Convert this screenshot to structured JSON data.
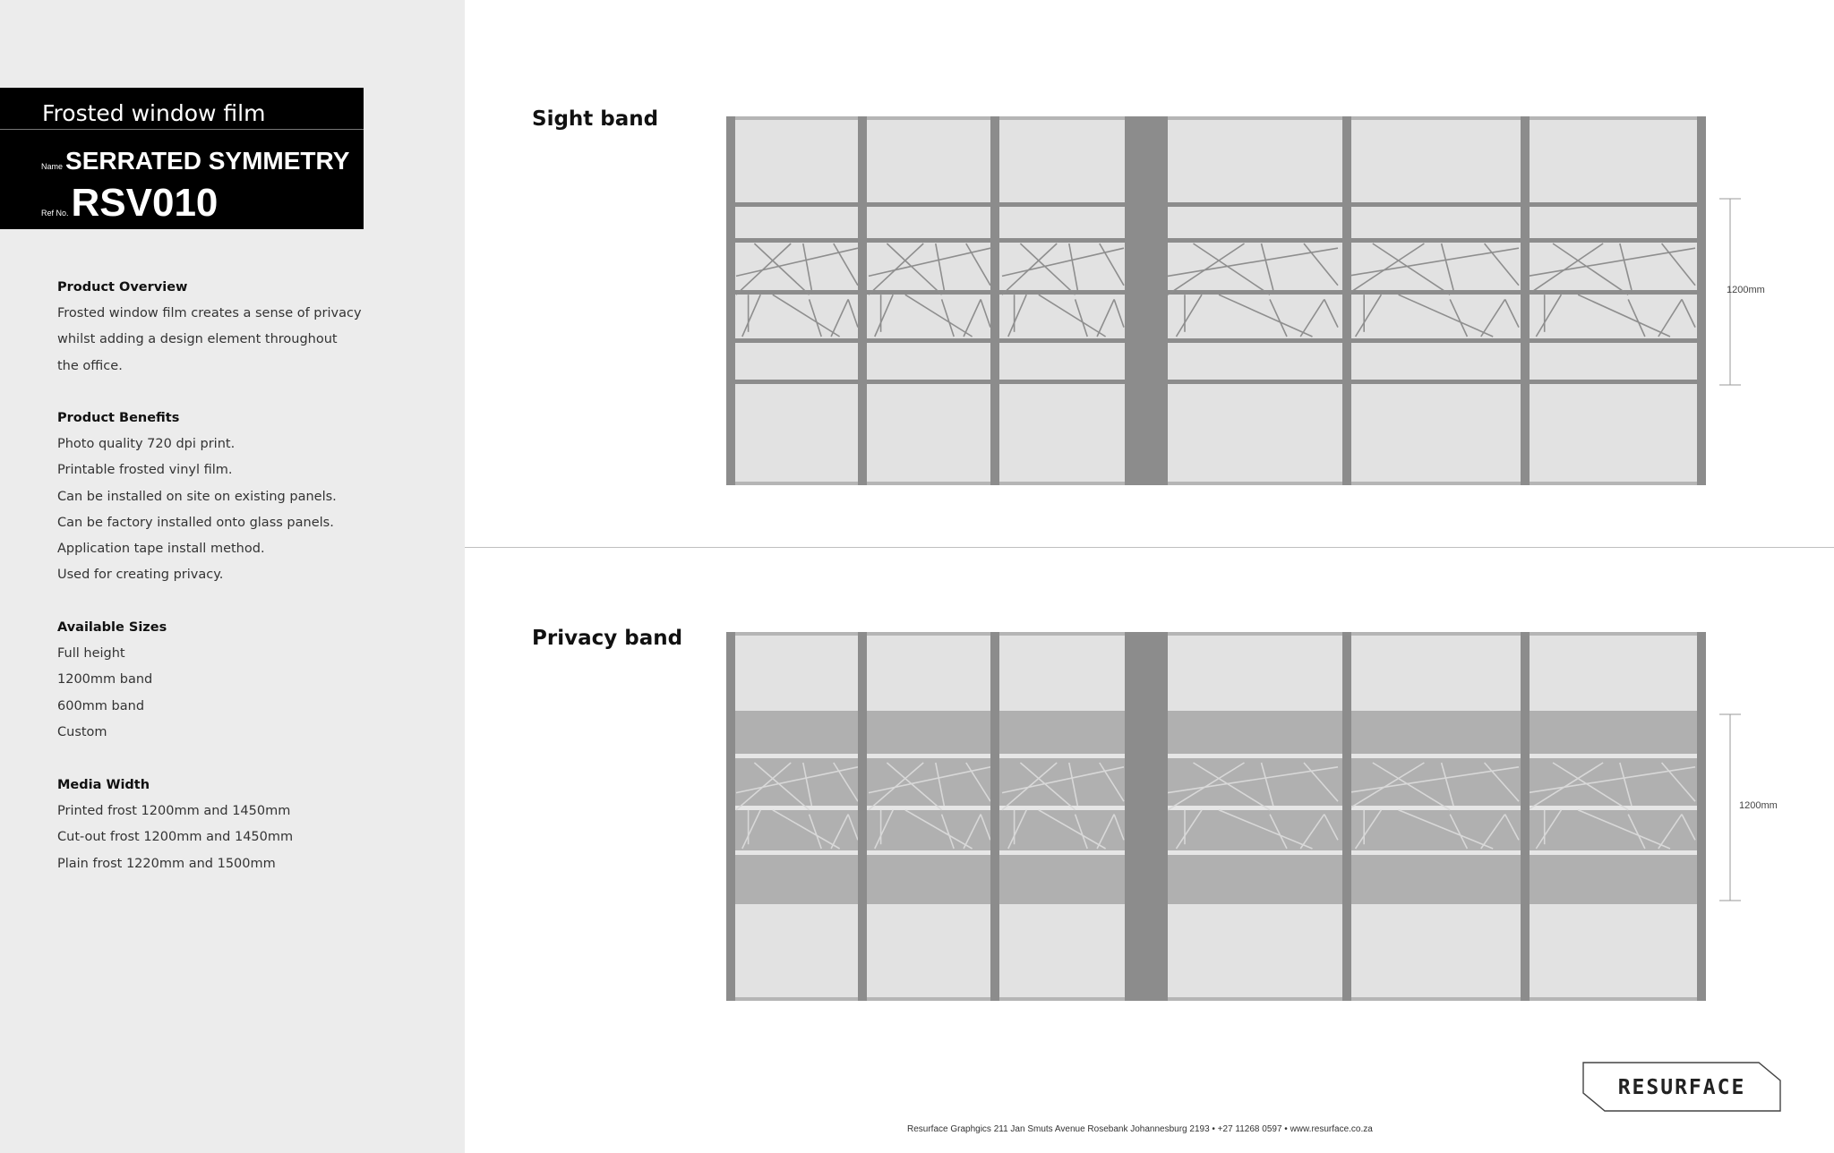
{
  "header": {
    "category": "Frosted window film",
    "name_label": "Name",
    "name": "SERRATED SYMMETRY",
    "ref_label": "Ref No.",
    "ref": "RSV010"
  },
  "overview": {
    "heading": "Product Overview",
    "lines": [
      "Frosted window film creates a sense of privacy",
      "whilst adding a design element throughout",
      "the office."
    ]
  },
  "benefits": {
    "heading": "Product Benefits",
    "lines": [
      "Photo quality 720 dpi print.",
      "Printable frosted vinyl film.",
      "Can be installed on site on existing panels.",
      "Can be factory installed onto glass panels.",
      "Application tape install method.",
      "Used for creating privacy."
    ]
  },
  "sizes": {
    "heading": "Available Sizes",
    "lines": [
      "Full height",
      "1200mm band",
      "600mm band",
      "Custom"
    ]
  },
  "media": {
    "heading": "Media Width",
    "lines": [
      "Printed frost 1200mm and 1450mm",
      "Cut-out frost 1200mm and 1450mm",
      "Plain frost 1220mm and 1500mm"
    ]
  },
  "sight_band": {
    "title": "Sight band",
    "dimension": "1200mm"
  },
  "privacy_band": {
    "title": "Privacy band",
    "dimension": "1200mm"
  },
  "logo": {
    "text": "RESURFACE"
  },
  "footer": {
    "text": "Resurface Graphgics 211 Jan Smuts Avenue Rosebank Johannesburg 2193 • +27 11268 0597 • www.resurface.co.za"
  },
  "colors": {
    "frame": "#8c8c8c",
    "glass": "#e2e2e2",
    "band": "#b0b0b0",
    "title_block": "#000000",
    "sidebar": "#ececec"
  }
}
